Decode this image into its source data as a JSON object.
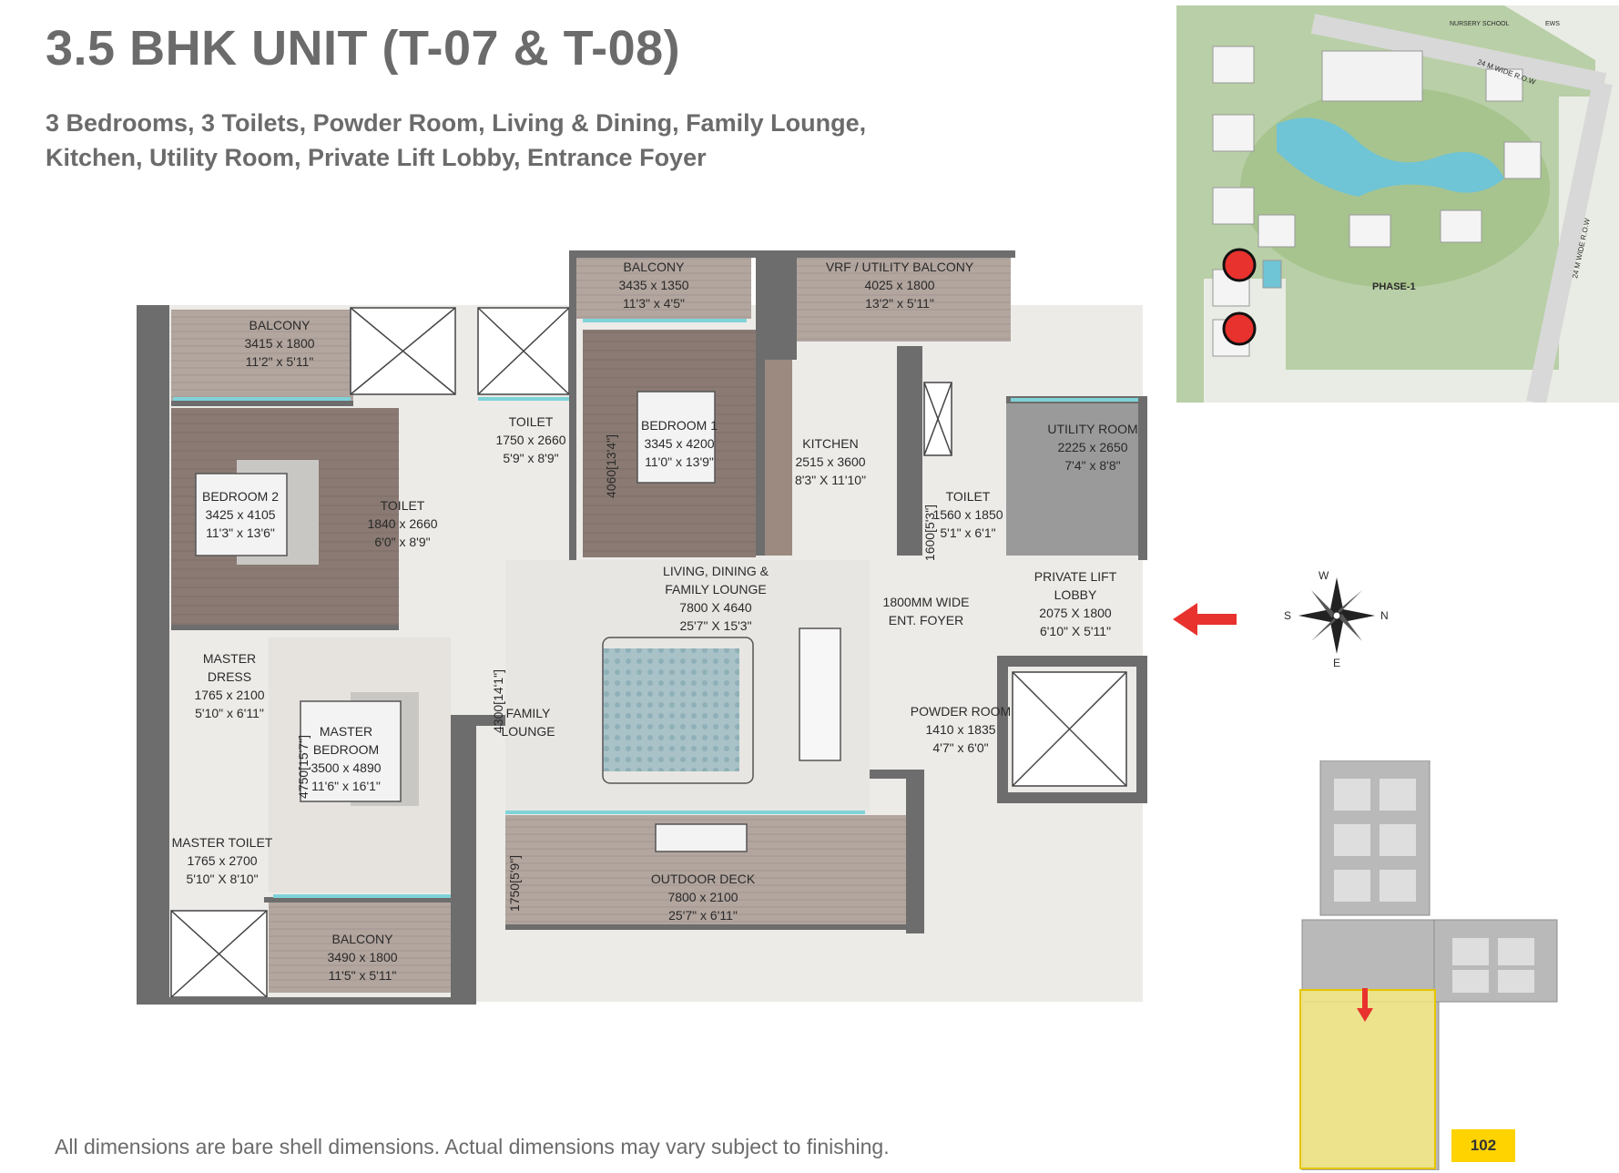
{
  "header": {
    "title": "3.5 BHK UNIT (T-07 & T-08)",
    "subtitle_line1": "3 Bedrooms, 3 Toilets, Powder Room, Living & Dining, Family Lounge,",
    "subtitle_line2": "Kitchen, Utility Room, Private Lift Lobby, Entrance Foyer"
  },
  "rooms": {
    "balcony_top_left": [
      "BALCONY",
      "3415 x 1800",
      "11'2\" x 5'11\""
    ],
    "bedroom2": [
      "BEDROOM 2",
      "3425 x 4105",
      "11'3\" x 13'6\""
    ],
    "toilet_a": [
      "TOILET",
      "1840 x 2660",
      "6'0\" x 8'9\""
    ],
    "toilet_b": [
      "TOILET",
      "1750 x 2660",
      "5'9\" x 8'9\""
    ],
    "balcony_top": [
      "BALCONY",
      "3435 x 1350",
      "11'3\" x 4'5\""
    ],
    "bedroom1": [
      "BEDROOM 1",
      "3345 x 4200",
      "11'0\" x 13'9\""
    ],
    "bedroom1_dim": "4060[13'4\"]",
    "vrf_balcony": [
      "VRF / UTILITY BALCONY",
      "4025 x 1800",
      "13'2\" x 5'11\""
    ],
    "kitchen": [
      "KITCHEN",
      "2515 x 3600",
      "8'3\" X 11'10\""
    ],
    "utility_room": [
      "UTILITY ROOM",
      "2225 x 2650",
      "7'4\" x 8'8\""
    ],
    "toilet_c": [
      "TOILET",
      "1560 x 1850",
      "5'1\" x 6'1\""
    ],
    "toilet_c_dim": "1600[5'3\"]",
    "living": [
      "LIVING, DINING &",
      "FAMILY LOUNGE",
      "7800 X 4640",
      "25'7\" X 15'3\""
    ],
    "foyer": [
      "1800MM WIDE",
      "ENT. FOYER"
    ],
    "lift_lobby": [
      "PRIVATE LIFT",
      "LOBBY",
      "2075 X 1800",
      "6'10\" X 5'11\""
    ],
    "master_dress": [
      "MASTER",
      "DRESS",
      "1765 x 2100",
      "5'10\" x 6'11\""
    ],
    "master_bedroom": [
      "MASTER",
      "BEDROOM",
      "3500 x 4890",
      "11'6\" x 16'1\""
    ],
    "master_bedroom_dim": "4750[15'7\"]",
    "family_lounge": [
      "FAMILY",
      "LOUNGE"
    ],
    "family_lounge_dim": "4300[14'1\"]",
    "powder_room": [
      "POWDER ROOM",
      "1410 x 1835",
      "4'7\" x 6'0\""
    ],
    "master_toilet": [
      "MASTER TOILET",
      "1765 x 2700",
      "5'10\" X 8'10\""
    ],
    "outdoor_deck": [
      "OUTDOOR DECK",
      "7800 x 2100",
      "25'7\" x 6'11\""
    ],
    "outdoor_deck_dim": "1750[5'9\"]",
    "balcony_bottom": [
      "BALCONY",
      "3490 x 1800",
      "11'5\" x 5'11\""
    ]
  },
  "site_plan": {
    "phase_label": "PHASE-1",
    "road_top": "24 M WIDE R.O.W",
    "road_right": "24 M WIDE R.O.W",
    "school_label": "NURSERY SCHOOL",
    "ews_label": "EWS"
  },
  "compass": {
    "n": "N",
    "s": "S",
    "e": "E",
    "w": "W"
  },
  "footer": {
    "note": "All dimensions are bare shell dimensions. Actual dimensions may vary subject to finishing.",
    "page_number": "102"
  },
  "colors": {
    "text_gray": "#6b6b6b",
    "wall": "#6d6d6d",
    "wood_floor": "#8a7a73",
    "marble_floor": "#ecebe8",
    "highlight_yellow": "#fff27a",
    "page_badge": "#ffd300",
    "marker_red": "#e8322d"
  }
}
